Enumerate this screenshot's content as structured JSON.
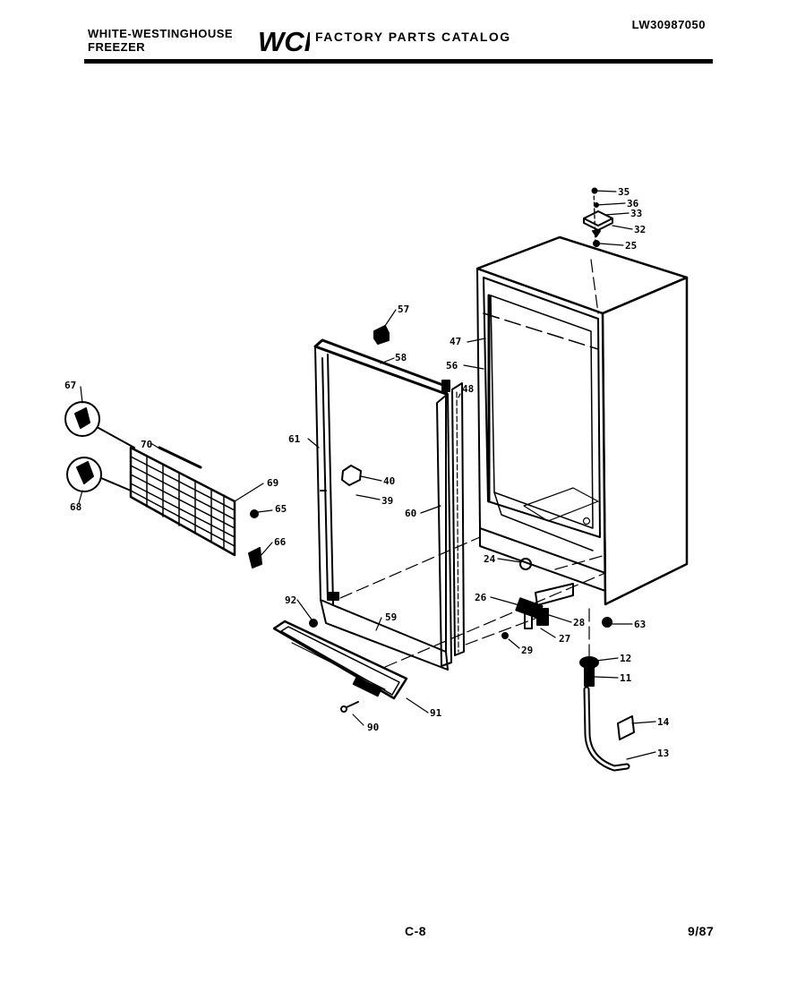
{
  "header": {
    "brand_line1": "WHITE-WESTINGHOUSE",
    "brand_line2": "FREEZER",
    "logo_text": "WCI",
    "catalog_title": "FACTORY PARTS CATALOG",
    "model_number": "LW30987050"
  },
  "footer": {
    "page_number": "C-8",
    "date": "9/87"
  },
  "part_labels": [
    "35",
    "36",
    "33",
    "32",
    "25",
    "57",
    "47",
    "56",
    "58",
    "48",
    "67",
    "61",
    "40",
    "39",
    "60",
    "70",
    "69",
    "68",
    "65",
    "66",
    "24",
    "92",
    "59",
    "26",
    "28",
    "63",
    "27",
    "29",
    "12",
    "11",
    "91",
    "90",
    "14",
    "13"
  ]
}
